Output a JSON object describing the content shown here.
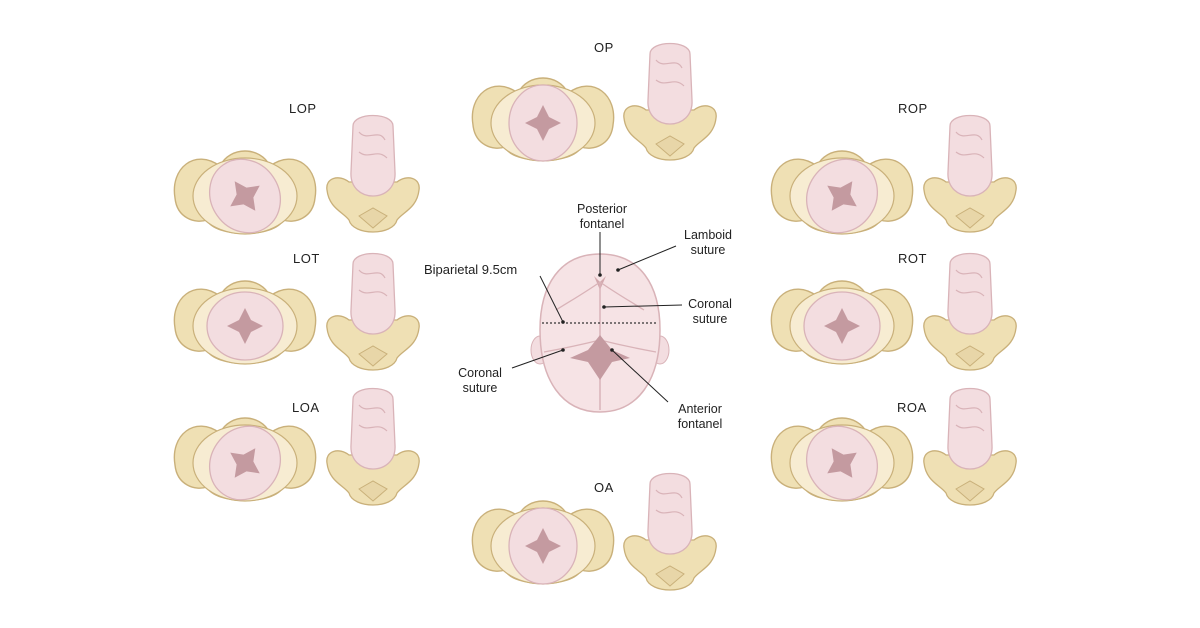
{
  "positions": [
    {
      "id": "op",
      "label": "OP"
    },
    {
      "id": "lop",
      "label": "LOP"
    },
    {
      "id": "rop",
      "label": "ROP"
    },
    {
      "id": "lot",
      "label": "LOT"
    },
    {
      "id": "rot",
      "label": "ROT"
    },
    {
      "id": "loa",
      "label": "LOA"
    },
    {
      "id": "roa",
      "label": "ROA"
    },
    {
      "id": "oa",
      "label": "OA"
    }
  ],
  "skull": {
    "posterior_fontanel": "Posterior\nfontanel",
    "lamboid_suture": "Lamboid\nsuture",
    "biparietal": "Biparietal 9.5cm",
    "coronal_suture_right": "Coronal\nsuture",
    "coronal_suture_left": "Coronal\nsuture",
    "anterior_fontanel": "Anterior\nfontanel"
  },
  "colors": {
    "bone": "#efe0b4",
    "bone_stroke": "#c9b07a",
    "skin": "#f3dde0",
    "skin_stroke": "#d9b3b8",
    "fontanel": "#c49aa0"
  }
}
